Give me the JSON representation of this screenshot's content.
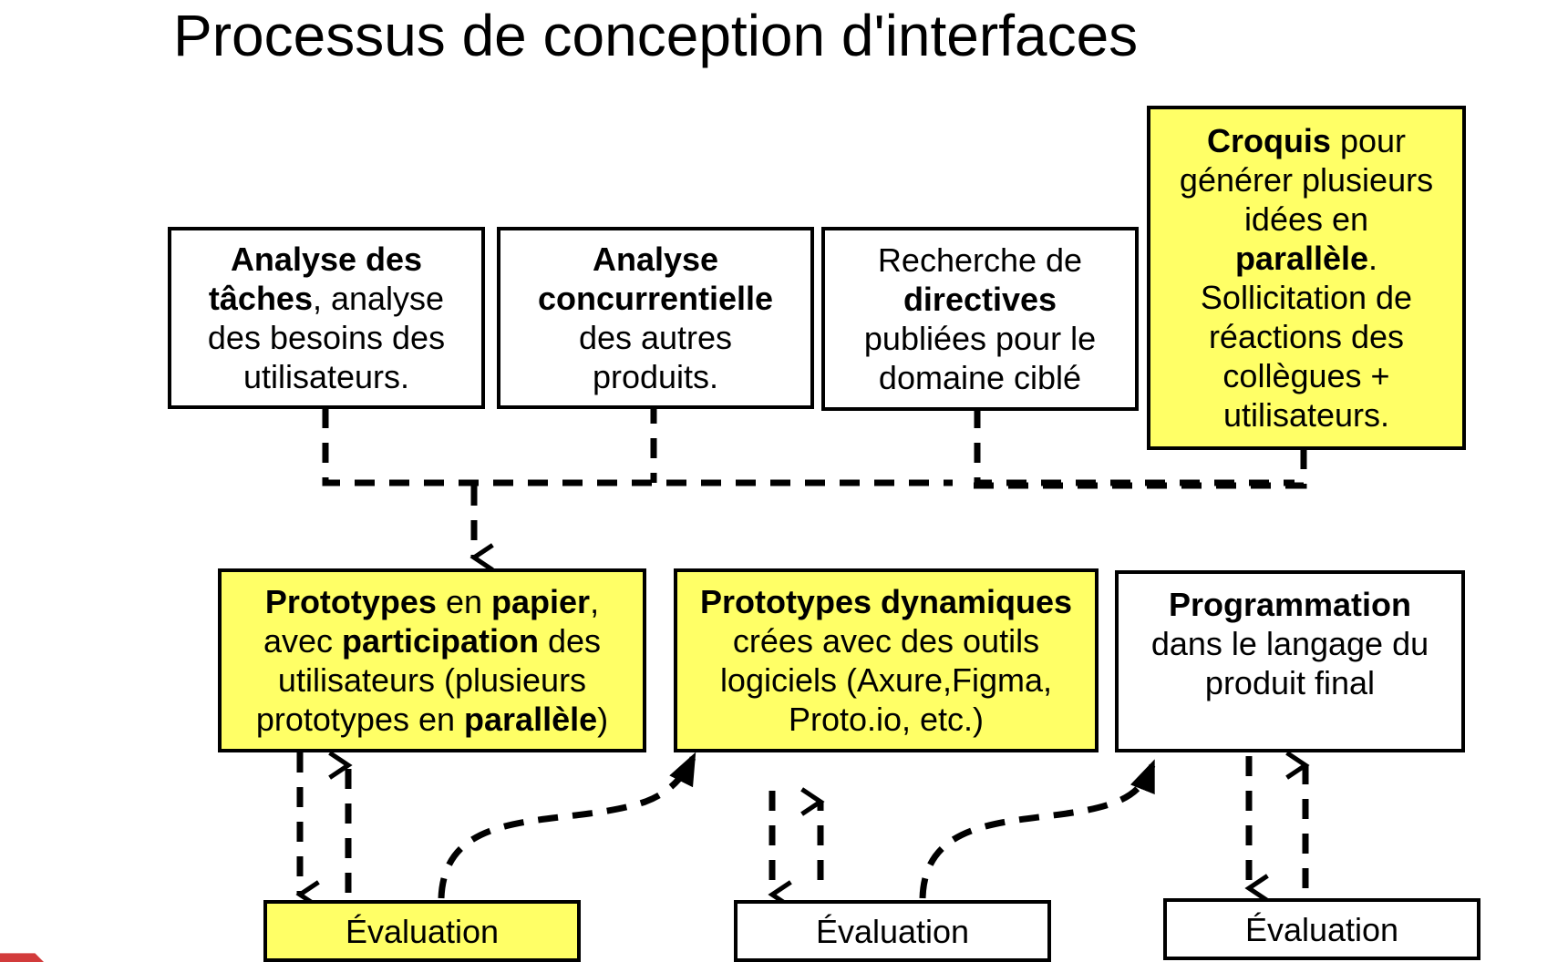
{
  "title": "Processus de conception d'interfaces",
  "colors": {
    "highlight": "#ffff66",
    "line": "#000000"
  },
  "top_row": [
    {
      "id": "taches",
      "highlight": false,
      "lines": [
        [
          {
            "t": "Analyse des",
            "b": true
          }
        ],
        [
          {
            "t": "tâches",
            "b": true
          },
          {
            "t": ", analyse",
            "b": false
          }
        ],
        [
          {
            "t": "des besoins des",
            "b": false
          }
        ],
        [
          {
            "t": "utilisateurs.",
            "b": false
          }
        ]
      ]
    },
    {
      "id": "concurrentielle",
      "highlight": false,
      "lines": [
        [
          {
            "t": "Analyse",
            "b": true
          }
        ],
        [
          {
            "t": "concurrentielle",
            "b": true
          }
        ],
        [
          {
            "t": "des autres",
            "b": false
          }
        ],
        [
          {
            "t": "produits.",
            "b": false
          }
        ]
      ]
    },
    {
      "id": "directives",
      "highlight": false,
      "lines": [
        [
          {
            "t": "Recherche de",
            "b": false
          }
        ],
        [
          {
            "t": "directives",
            "b": true
          }
        ],
        [
          {
            "t": "publiées pour le",
            "b": false
          }
        ],
        [
          {
            "t": "domaine ciblé",
            "b": false
          }
        ]
      ]
    },
    {
      "id": "croquis",
      "highlight": true,
      "lines": [
        [
          {
            "t": "Croquis",
            "b": true
          },
          {
            "t": " pour",
            "b": false
          }
        ],
        [
          {
            "t": "générer plusieurs",
            "b": false
          }
        ],
        [
          {
            "t": "idées en",
            "b": false
          }
        ],
        [
          {
            "t": "parallèle",
            "b": true
          },
          {
            "t": ".",
            "b": false
          }
        ],
        [
          {
            "t": "Sollicitation de",
            "b": false
          }
        ],
        [
          {
            "t": "réactions des",
            "b": false
          }
        ],
        [
          {
            "t": "collègues +",
            "b": false
          }
        ],
        [
          {
            "t": "utilisateurs.",
            "b": false
          }
        ]
      ]
    }
  ],
  "middle_row": [
    {
      "id": "papier",
      "highlight": true,
      "lines": [
        [
          {
            "t": "Prototypes",
            "b": true
          },
          {
            "t": " en ",
            "b": false
          },
          {
            "t": "papier",
            "b": true
          },
          {
            "t": ",",
            "b": false
          }
        ],
        [
          {
            "t": "avec ",
            "b": false
          },
          {
            "t": "participation",
            "b": true
          },
          {
            "t": " des",
            "b": false
          }
        ],
        [
          {
            "t": "utilisateurs (plusieurs",
            "b": false
          }
        ],
        [
          {
            "t": "prototypes en ",
            "b": false
          },
          {
            "t": "parallèle",
            "b": true
          },
          {
            "t": ")",
            "b": false
          }
        ]
      ]
    },
    {
      "id": "dynamiques",
      "highlight": true,
      "lines": [
        [
          {
            "t": "Prototypes dynamiques",
            "b": true
          }
        ],
        [
          {
            "t": "crées avec des outils",
            "b": false
          }
        ],
        [
          {
            "t": "logiciels (Axure,Figma,",
            "b": false
          }
        ],
        [
          {
            "t": "Proto.io, etc.)",
            "b": false
          }
        ]
      ]
    },
    {
      "id": "programmation",
      "highlight": false,
      "lines": [
        [
          {
            "t": "Programmation",
            "b": true
          }
        ],
        [
          {
            "t": "dans le langage du",
            "b": false
          }
        ],
        [
          {
            "t": "produit final",
            "b": false
          }
        ]
      ]
    }
  ],
  "evaluations": [
    {
      "id": "eval-1",
      "label": "Évaluation",
      "highlight": true
    },
    {
      "id": "eval-2",
      "label": "Évaluation",
      "highlight": false
    },
    {
      "id": "eval-3",
      "label": "Évaluation",
      "highlight": false
    }
  ]
}
